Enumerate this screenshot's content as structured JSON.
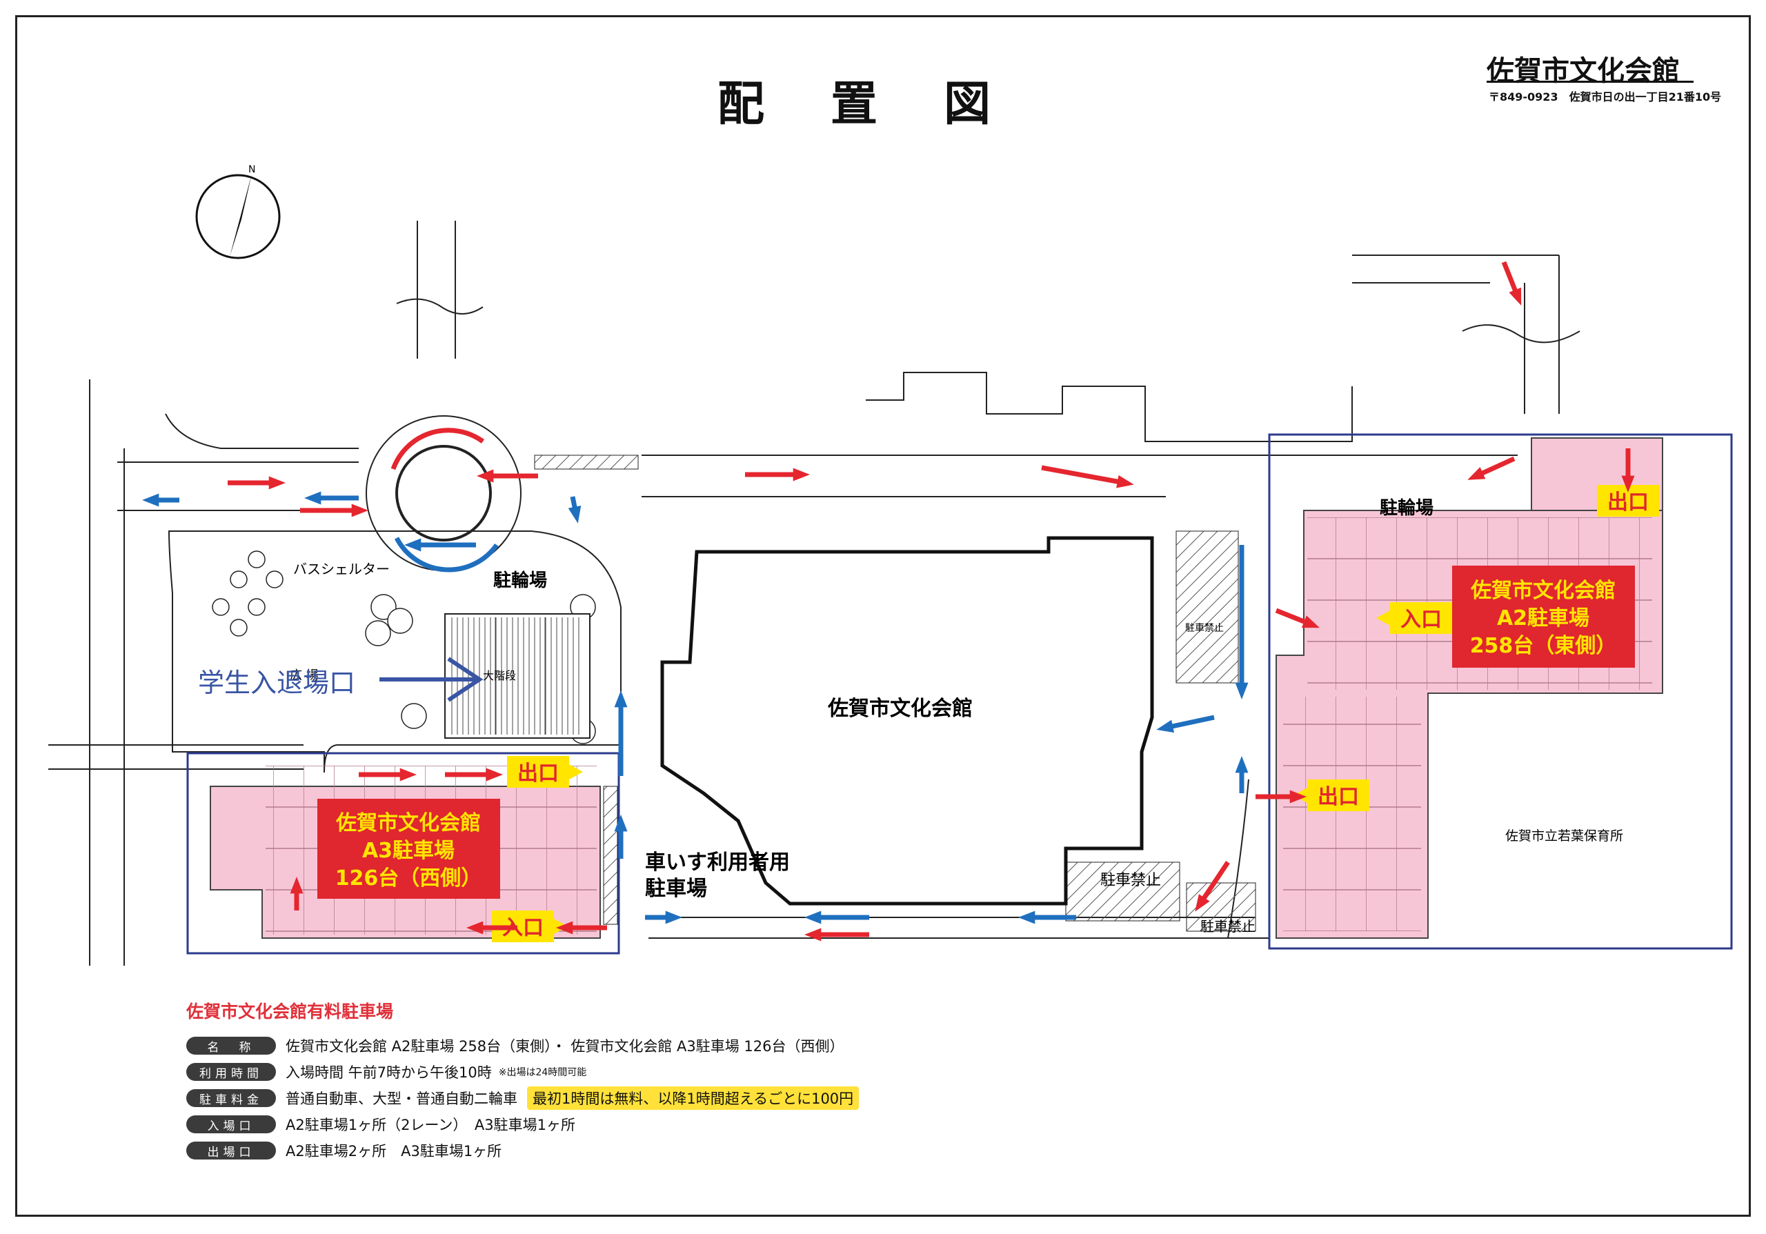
{
  "page": {
    "title": "配置図",
    "brand": "佐賀市文化会館",
    "address": "〒849-0923　佐賀市日の出一丁目21番10号"
  },
  "map": {
    "building": "佐賀市文化会館",
    "a2_lot": [
      "佐賀市文化会館",
      "A2駐車場",
      "258台（東側）"
    ],
    "a3_lot": [
      "佐賀市文化会館",
      "A3駐車場",
      "126台（西側）"
    ],
    "entrance": "入口",
    "exit": "出口",
    "bike_parking": "駐輪場",
    "bus_shelter": "バスシェルター",
    "plaza": "広 場",
    "grand_stairs": "大階段",
    "student_entrance": "学生入退場口",
    "wheelchair_parking": [
      "車いす利用者用",
      "駐車場"
    ],
    "no_parking": "駐車禁止",
    "nursery": "佐賀市立若葉保育所",
    "compass": "N",
    "colors": {
      "lot_fill": "#f7c6d6",
      "lot_frame": "#2c3b8c",
      "label_red": "#e0262f",
      "badge_yellow": "#ffe500",
      "arrow_red": "#e5262f",
      "arrow_blue": "#1f6fbf",
      "student_blue": "#3955a3"
    }
  },
  "legend": {
    "title": "佐賀市文化会館有料駐車場",
    "rows": [
      {
        "label": "名　称",
        "value": "佐賀市文化会館 A2駐車場 258台（東側）・ 佐賀市文化会館 A3駐車場 126台（西側）"
      },
      {
        "label": "利用時間",
        "value": "入場時間 午前7時から午後10時",
        "note": "※出場は24時間可能"
      },
      {
        "label": "駐車料金",
        "value": "普通自動車、大型・普通自動二輪車",
        "highlight": "最初1時間は無料、以降1時間超えるごとに100円"
      },
      {
        "label": "入場口",
        "value": "A2駐車場1ヶ所（2レーン）　A3駐車場1ヶ所"
      },
      {
        "label": "出場口",
        "value": "A2駐車場2ヶ所　A3駐車場1ヶ所"
      }
    ]
  }
}
